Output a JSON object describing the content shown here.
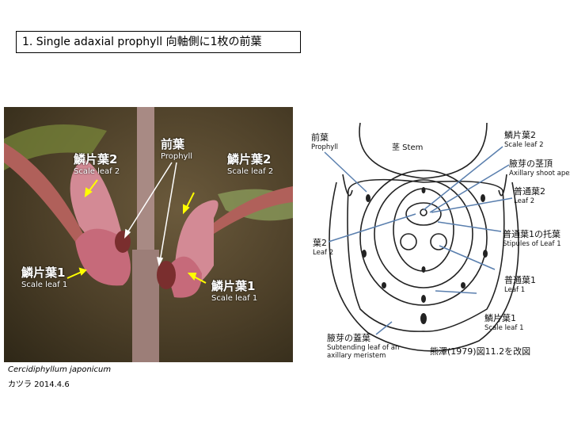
{
  "title": "1. Single adaxial prophyll 向軸側に1枚の前葉",
  "photo": {
    "labels": [
      {
        "jp": "鱗片葉2",
        "en": "Scale leaf 2"
      },
      {
        "jp": "前葉",
        "en": "Prophyll"
      },
      {
        "jp": "鱗片葉2",
        "en": "Scale leaf 2"
      },
      {
        "jp": "鱗片葉1",
        "en": "Scale leaf 1"
      },
      {
        "jp": "鱗片葉1",
        "en": "Scale leaf 1"
      }
    ],
    "species": "Cercidiphyllum japonicum",
    "caption": "カツラ 2014.4.6",
    "arrow_color": "#ffff00"
  },
  "diagram": {
    "stem": "茎 Stem",
    "labels": [
      {
        "jp": "前葉",
        "en": "Prophyll"
      },
      {
        "jp": "鱗片葉2",
        "en": "Scale leaf 2"
      },
      {
        "jp": "腋芽の茎頂",
        "en": "Axillary shoot apex"
      },
      {
        "jp": "普通葉2",
        "en": "Leaf 2"
      },
      {
        "jp": "葉2",
        "en": "Leaf 2"
      },
      {
        "jp": "普通葉1の托葉",
        "en": "Stipules of Leaf 1"
      },
      {
        "jp": "普通葉1",
        "en": "Leaf 1"
      },
      {
        "jp": "鱗片葉1",
        "en": "Scale leaf 1"
      },
      {
        "jp": "腋芽の蓋葉",
        "en": "Subtending leaf of an axillary meristem"
      }
    ],
    "source": "熊澤(1979)図11.2を改図",
    "line_color": "#5a7fae"
  }
}
